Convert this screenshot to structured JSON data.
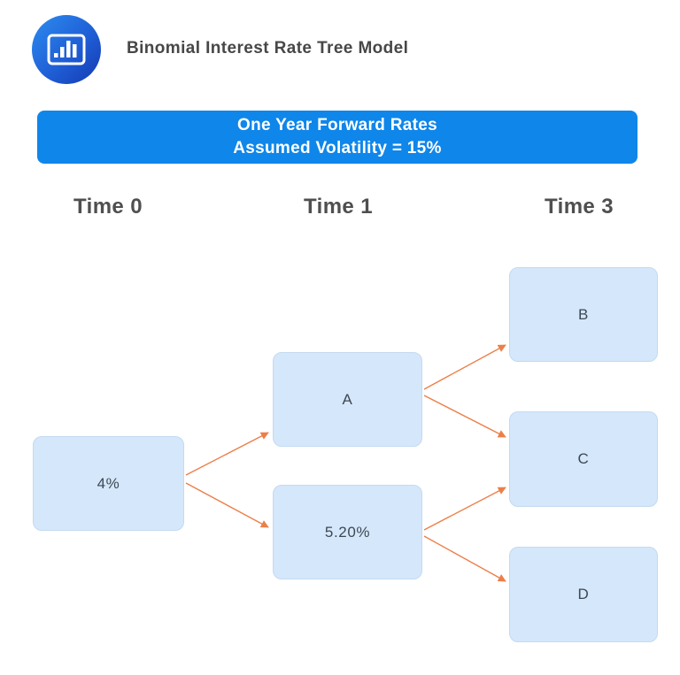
{
  "header": {
    "title": "Binomial Interest Rate Tree Model",
    "logo": {
      "icon": "bar-chart-icon",
      "gradient_start": "#2D8CF0",
      "gradient_end": "#1539B2"
    }
  },
  "banner": {
    "line1": "One Year Forward Rates",
    "line2": "Assumed Volatility = 15%",
    "bg_color": "#0F86EA",
    "text_color": "#FFFFFF"
  },
  "columns": [
    {
      "label": "Time 0"
    },
    {
      "label": "Time 1"
    },
    {
      "label": "Time 3"
    }
  ],
  "tree": {
    "node_fill": "#D5E7FA",
    "node_border": "#C4DAF2",
    "arrow_color": "#EC7F48",
    "nodes": [
      {
        "id": "time0",
        "label": "4%",
        "column": "Time 0"
      },
      {
        "id": "time1-up",
        "label": "A",
        "column": "Time 1"
      },
      {
        "id": "time1-down",
        "label": "5.20%",
        "column": "Time 1"
      },
      {
        "id": "time3-up",
        "label": "B",
        "column": "Time 3"
      },
      {
        "id": "time3-mid",
        "label": "C",
        "column": "Time 3"
      },
      {
        "id": "time3-down",
        "label": "D",
        "column": "Time 3"
      }
    ],
    "edges": [
      {
        "from": "4%",
        "to": "A"
      },
      {
        "from": "4%",
        "to": "5.20%"
      },
      {
        "from": "A",
        "to": "B"
      },
      {
        "from": "A",
        "to": "C"
      },
      {
        "from": "5.20%",
        "to": "C"
      },
      {
        "from": "5.20%",
        "to": "D"
      }
    ]
  }
}
